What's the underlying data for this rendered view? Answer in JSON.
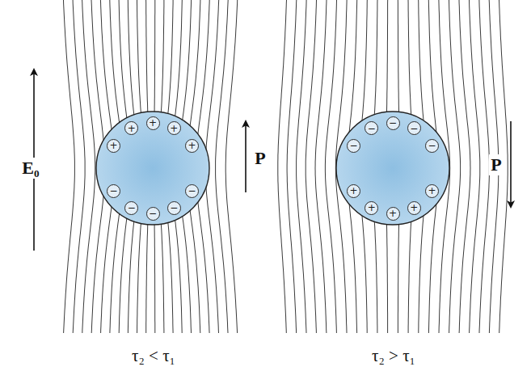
{
  "diagram": {
    "nodes": [
      {
        "text": [
          "+"
        ]
      },
      {
        "text": [
          "+"
        ]
      },
      {
        "text": [
          "+"
        ]
      },
      {
        "text": [
          "+"
        ]
      },
      {
        "text": [
          "+"
        ]
      },
      {
        "text": [
          "−"
        ]
      },
      {
        "text": [
          "−"
        ]
      },
      {
        "text": [
          "−"
        ]
      },
      {
        "text": [
          "−"
        ]
      },
      {
        "text": [
          "−"
        ]
      },
      {
        "text": [
          "−"
        ]
      },
      {
        "text": [
          "−"
        ]
      },
      {
        "text": [
          "−"
        ]
      },
      {
        "text": [
          "−"
        ]
      },
      {
        "text": [
          "−"
        ]
      },
      {
        "text": [
          "+"
        ]
      },
      {
        "text": [
          "+"
        ]
      },
      {
        "text": [
          "+"
        ]
      },
      {
        "text": [
          "+"
        ]
      },
      {
        "text": [
          "+"
        ]
      }
    ],
    "labels": [
      "E₀",
      "P",
      "P",
      "τ₂ < τ₁",
      "τ₂ > τ₁"
    ]
  }
}
